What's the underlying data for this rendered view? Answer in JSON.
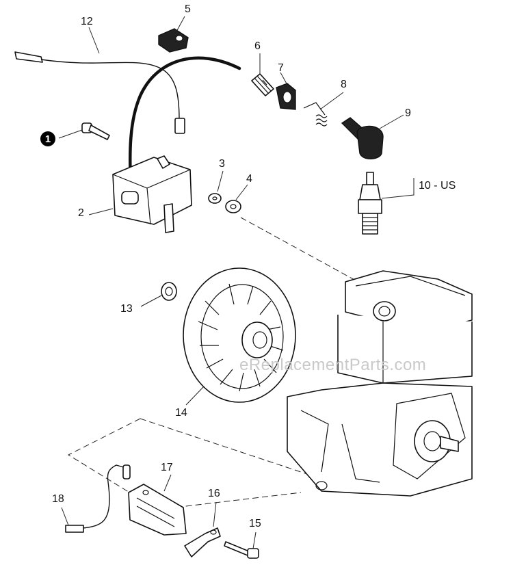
{
  "labels": {
    "p1": "1",
    "p2": "2",
    "p3": "3",
    "p4": "4",
    "p5": "5",
    "p6": "6",
    "p7": "7",
    "p8": "8",
    "p9": "9",
    "p10": "10 - US",
    "p12": "12",
    "p13": "13",
    "p14": "14",
    "p15": "15",
    "p16": "16",
    "p17": "17",
    "p18": "18"
  },
  "watermark": "eReplacementParts.com"
}
